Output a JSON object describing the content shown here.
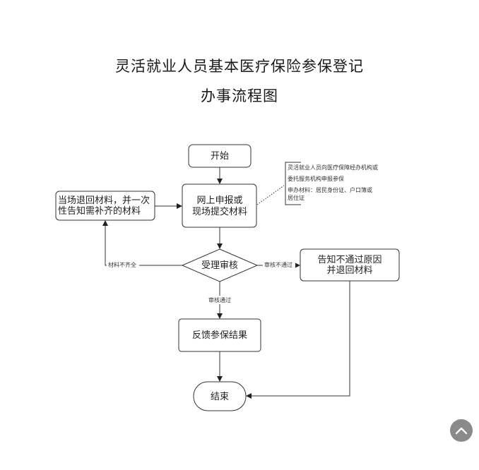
{
  "title": {
    "line1": "灵活就业人员基本医疗保险参保登记",
    "line2": "办事流程图"
  },
  "nodes": {
    "start": "开始",
    "submit_line1": "网上申报或",
    "submit_line2": "现场提交材料",
    "return_line1": "当场退回材料，并一次",
    "return_line2": "性告知需补齐的材料",
    "review": "受理审核",
    "reject_line1": "告知不通过原因",
    "reject_line2": "并退回材料",
    "feedback": "反馈参保结果",
    "end": "结束"
  },
  "edges": {
    "incomplete": "材料不齐全",
    "not_passed": "审核不通过",
    "passed": "审核通过"
  },
  "note": {
    "line1": "灵活就业人员向医疗保障经办机构或",
    "line2": "委托服务机构申报参保",
    "line3": "申办材料：居民身份证、户口簿或",
    "line4": "居住证"
  },
  "scroll_top_icon": "chevron-up-icon"
}
